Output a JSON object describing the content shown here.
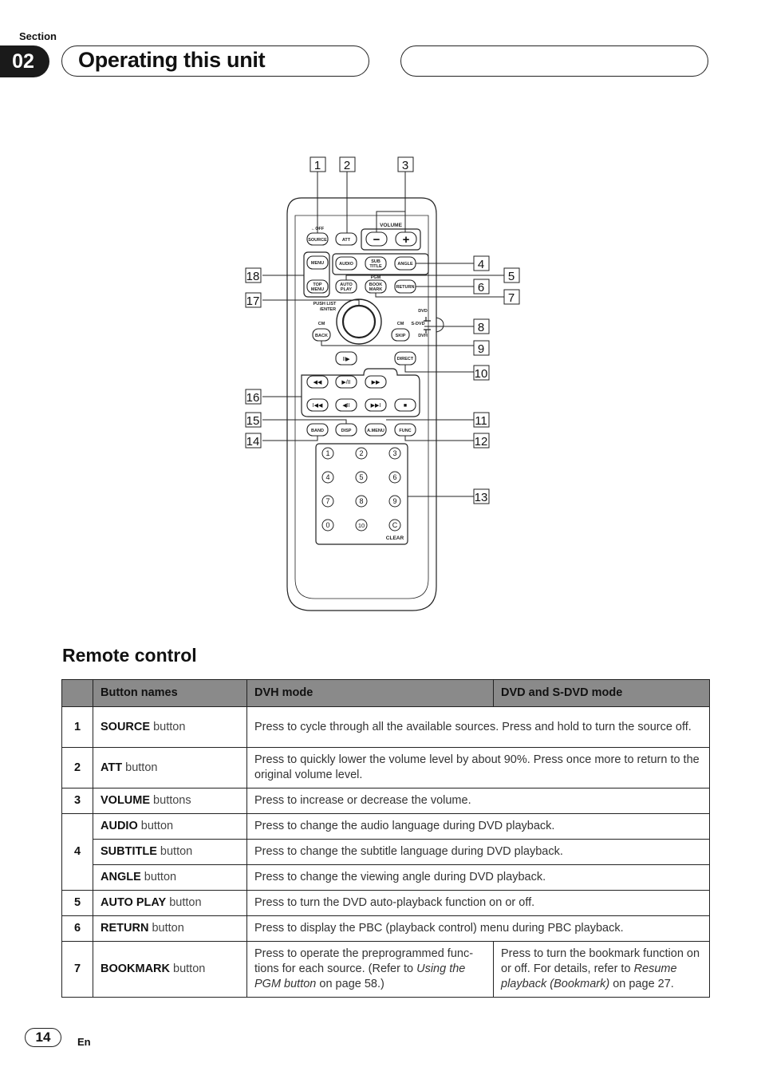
{
  "header": {
    "section_label": "Section",
    "section_number": "02",
    "title": "Operating this unit"
  },
  "diagram": {
    "callouts": [
      "1",
      "2",
      "3",
      "4",
      "5",
      "6",
      "7",
      "8",
      "9",
      "10",
      "11",
      "12",
      "13",
      "14",
      "15",
      "16",
      "17",
      "18"
    ],
    "remote_labels": {
      "off": "←OFF",
      "source": "SOURCE",
      "att": "ATT",
      "volume": "VOLUME",
      "minus": "−",
      "plus": "+",
      "menu": "MENU",
      "top_menu_1": "TOP",
      "top_menu_2": "MENU",
      "audio": "AUDIO",
      "subtitle_1": "SUB",
      "subtitle_2": "TITLE",
      "angle": "ANGLE",
      "pgm": "PGM",
      "auto_play_1": "AUTO",
      "auto_play_2": "PLAY",
      "bookmark_1": "BOOK",
      "bookmark_2": "MARK",
      "return": "RETURN",
      "push_list_1": "PUSH LIST",
      "push_list_2": "/ENTER",
      "cm_left": "CM",
      "cm_right": "CM",
      "back": "BACK",
      "skip": "SKIP",
      "mode_dvd": "DVD",
      "mode_sdvd": "S-DVD",
      "mode_dvh": "DVH",
      "direct": "DIRECT",
      "band": "BAND",
      "disp": "DISP",
      "amenu": "A.MENU",
      "func": "FUNC",
      "keys": [
        "1",
        "2",
        "3",
        "4",
        "5",
        "6",
        "7",
        "8",
        "9",
        "0",
        "10",
        "C"
      ],
      "clear": "CLEAR",
      "transport": [
        "◀◀",
        "▶/II",
        "▶▶",
        "I◀◀",
        "◀II",
        "▶▶I",
        "■",
        "II▶"
      ]
    }
  },
  "section_heading": "Remote control",
  "table": {
    "headers": [
      "",
      "Button names",
      "DVH mode",
      "DVD and S-DVD mode"
    ],
    "rows": [
      {
        "num": "1",
        "name_bold": "SOURCE",
        "name_rest": " button",
        "dvh": "Press to cycle through all the available sources. Press and hold to turn the source off.",
        "dvd": ""
      },
      {
        "num": "2",
        "name_bold": "ATT",
        "name_rest": " button",
        "dvh": "Press to quickly lower the volume level by about 90%. Press once more to return to the original volume level.",
        "dvd": ""
      },
      {
        "num": "3",
        "name_bold": "VOLUME",
        "name_rest": " buttons",
        "dvh": "Press to increase or decrease the volume.",
        "dvd": ""
      },
      {
        "num": "4",
        "name_bold": "AUDIO",
        "name_rest": " button",
        "dvh": "Press to change the audio language during DVD playback.",
        "dvd": ""
      },
      {
        "num": "",
        "name_bold": "SUBTITLE",
        "name_rest": " button",
        "dvh": "Press to change the subtitle language during DVD playback.",
        "dvd": ""
      },
      {
        "num": "",
        "name_bold": "ANGLE",
        "name_rest": " button",
        "dvh": "Press to change the viewing angle during DVD playback.",
        "dvd": ""
      },
      {
        "num": "5",
        "name_bold": "AUTO PLAY",
        "name_rest": " button",
        "dvh": "Press to turn the DVD auto-playback function on or off.",
        "dvd": ""
      },
      {
        "num": "6",
        "name_bold": "RETURN",
        "name_rest": " button",
        "dvh": "Press to display the PBC (playback control) menu during PBC playback.",
        "dvd": ""
      },
      {
        "num": "7",
        "name_bold": "BOOKMARK",
        "name_rest": " button",
        "dvh_a": "Press to operate the preprogrammed func-tions for each source. (Refer to ",
        "dvh_i": "Using the PGM button",
        "dvh_b": " on page 58.)",
        "dvd_a": "Press to turn the bookmark function on or off. For details, refer to ",
        "dvd_i": "Resume playback (Bookmark)",
        "dvd_b": " on page 27."
      }
    ]
  },
  "footer": {
    "page_number": "14",
    "language": "En"
  }
}
